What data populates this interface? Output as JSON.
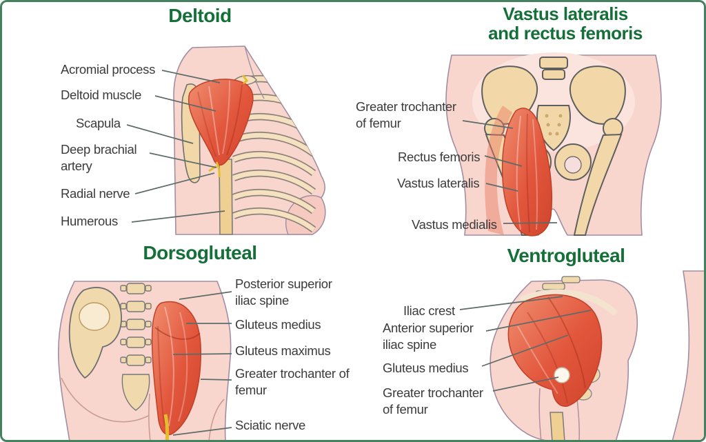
{
  "figure": {
    "type": "anatomical-injection-sites-diagram",
    "quadrants": {
      "deltoid": {
        "title": "Deltoid",
        "labels": [
          {
            "text": "Acromial process"
          },
          {
            "text": "Deltoid muscle"
          },
          {
            "text": "Scapula"
          },
          {
            "text": "Deep brachial artery"
          },
          {
            "text": "Radial nerve"
          },
          {
            "text": "Humerous"
          }
        ]
      },
      "vastus": {
        "title_line1": "Vastus lateralis",
        "title_line2": "and rectus femoris",
        "labels": [
          {
            "text": "Greater trochanter of femur"
          },
          {
            "text": "Rectus femoris"
          },
          {
            "text": "Vastus lateralis"
          },
          {
            "text": "Vastus medialis"
          }
        ]
      },
      "dorsogluteal": {
        "title": "Dorsogluteal",
        "labels": [
          {
            "text": "Posterior superior iliac spine"
          },
          {
            "text": "Gluteus medius"
          },
          {
            "text": "Gluteus maximus"
          },
          {
            "text": "Greater trochanter of femur"
          },
          {
            "text": "Sciatic nerve"
          }
        ]
      },
      "ventrogluteal": {
        "title": "Ventrogluteal",
        "labels": [
          {
            "text": "Iliac crest"
          },
          {
            "text": "Anterior superior iliac spine"
          },
          {
            "text": "Gluteus medius"
          },
          {
            "text": "Greater trochanter of femur"
          }
        ]
      }
    },
    "colors": {
      "title_green": "#156f39",
      "border_green": "#45805f",
      "label_gray": "#3b3b3b",
      "leader_line_gray": "#5c6b68",
      "muscle_red": "#e0563c",
      "muscle_red_dark": "#cf452c",
      "muscle_red_light": "#f08e70",
      "skin_pink": "#f8d6cd",
      "skin_shade_pink": "#f3c2b6",
      "bone_tan": "#f2d8a8",
      "nerve_yellow": "#e3bd2d",
      "background": "#ffffff"
    }
  }
}
